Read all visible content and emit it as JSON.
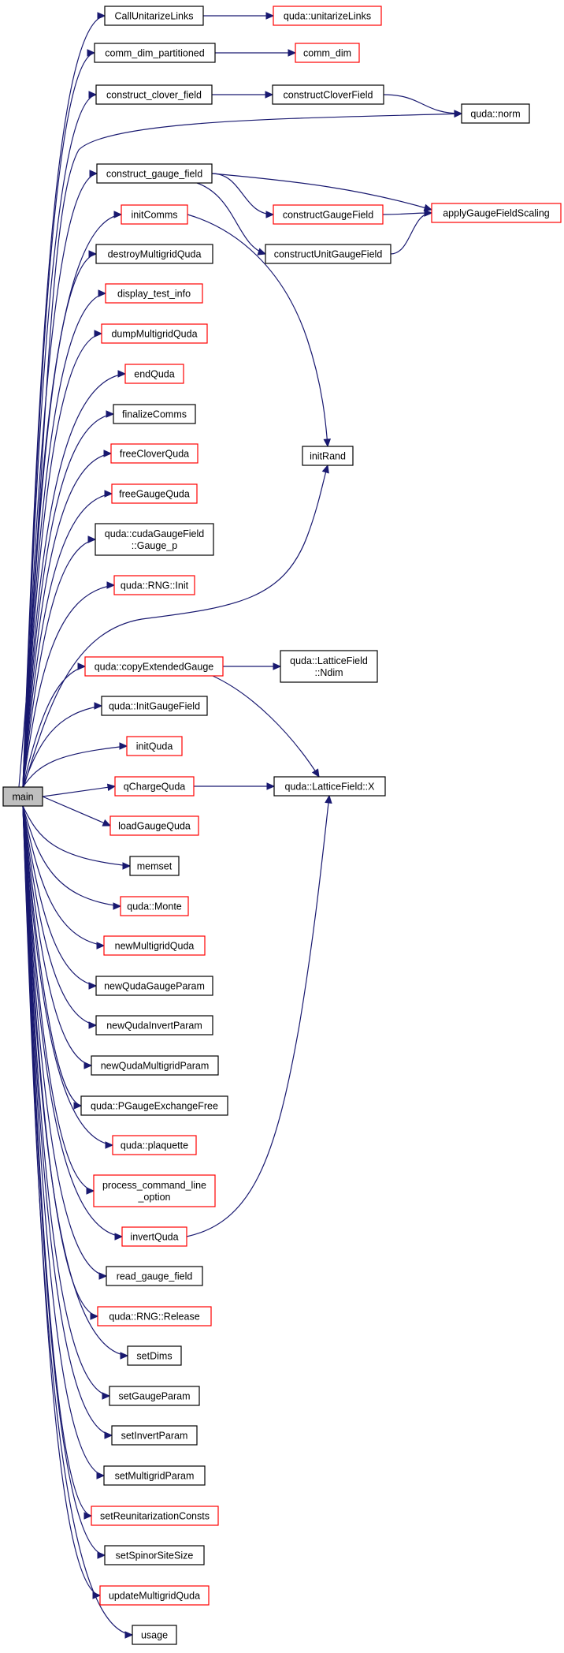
{
  "graph": {
    "root": "main",
    "nodes": [
      {
        "id": "main",
        "label": [
          "main"
        ],
        "style": "root"
      },
      {
        "id": "CallUnitarizeLinks",
        "label": [
          "CallUnitarizeLinks"
        ],
        "style": "black"
      },
      {
        "id": "comm_dim_partitioned",
        "label": [
          "comm_dim_partitioned"
        ],
        "style": "black"
      },
      {
        "id": "construct_clover_field",
        "label": [
          "construct_clover_field"
        ],
        "style": "black"
      },
      {
        "id": "construct_gauge_field",
        "label": [
          "construct_gauge_field"
        ],
        "style": "black"
      },
      {
        "id": "initComms",
        "label": [
          "initComms"
        ],
        "style": "red"
      },
      {
        "id": "destroyMultigridQuda",
        "label": [
          "destroyMultigridQuda"
        ],
        "style": "black"
      },
      {
        "id": "display_test_info",
        "label": [
          "display_test_info"
        ],
        "style": "red"
      },
      {
        "id": "dumpMultigridQuda",
        "label": [
          "dumpMultigridQuda"
        ],
        "style": "red"
      },
      {
        "id": "endQuda",
        "label": [
          "endQuda"
        ],
        "style": "red"
      },
      {
        "id": "finalizeComms",
        "label": [
          "finalizeComms"
        ],
        "style": "black"
      },
      {
        "id": "freeCloverQuda",
        "label": [
          "freeCloverQuda"
        ],
        "style": "red"
      },
      {
        "id": "freeGaugeQuda",
        "label": [
          "freeGaugeQuda"
        ],
        "style": "red"
      },
      {
        "id": "Gauge_p",
        "label": [
          "quda::cudaGaugeField",
          "::Gauge_p"
        ],
        "style": "black"
      },
      {
        "id": "RNG_Init",
        "label": [
          "quda::RNG::Init"
        ],
        "style": "red"
      },
      {
        "id": "copyExtendedGauge",
        "label": [
          "quda::copyExtendedGauge"
        ],
        "style": "red"
      },
      {
        "id": "InitGaugeField",
        "label": [
          "quda::InitGaugeField"
        ],
        "style": "black"
      },
      {
        "id": "initQuda",
        "label": [
          "initQuda"
        ],
        "style": "red"
      },
      {
        "id": "qChargeQuda",
        "label": [
          "qChargeQuda"
        ],
        "style": "red"
      },
      {
        "id": "loadGaugeQuda",
        "label": [
          "loadGaugeQuda"
        ],
        "style": "red"
      },
      {
        "id": "memset",
        "label": [
          "memset"
        ],
        "style": "black"
      },
      {
        "id": "Monte",
        "label": [
          "quda::Monte"
        ],
        "style": "red"
      },
      {
        "id": "newMultigridQuda",
        "label": [
          "newMultigridQuda"
        ],
        "style": "red"
      },
      {
        "id": "newQudaGaugeParam",
        "label": [
          "newQudaGaugeParam"
        ],
        "style": "black"
      },
      {
        "id": "newQudaInvertParam",
        "label": [
          "newQudaInvertParam"
        ],
        "style": "black"
      },
      {
        "id": "newQudaMultigridParam",
        "label": [
          "newQudaMultigridParam"
        ],
        "style": "black"
      },
      {
        "id": "PGaugeExchangeFree",
        "label": [
          "quda::PGaugeExchangeFree"
        ],
        "style": "black"
      },
      {
        "id": "plaquette",
        "label": [
          "quda::plaquette"
        ],
        "style": "red"
      },
      {
        "id": "process_command_line_option",
        "label": [
          "process_command_line",
          "_option"
        ],
        "style": "red"
      },
      {
        "id": "invertQuda",
        "label": [
          "invertQuda"
        ],
        "style": "red"
      },
      {
        "id": "read_gauge_field",
        "label": [
          "read_gauge_field"
        ],
        "style": "black"
      },
      {
        "id": "RNG_Release",
        "label": [
          "quda::RNG::Release"
        ],
        "style": "red"
      },
      {
        "id": "setDims",
        "label": [
          "setDims"
        ],
        "style": "black"
      },
      {
        "id": "setGaugeParam",
        "label": [
          "setGaugeParam"
        ],
        "style": "black"
      },
      {
        "id": "setInvertParam",
        "label": [
          "setInvertParam"
        ],
        "style": "black"
      },
      {
        "id": "setMultigridParam",
        "label": [
          "setMultigridParam"
        ],
        "style": "black"
      },
      {
        "id": "setReunitarizationConsts",
        "label": [
          "setReunitarizationConsts"
        ],
        "style": "red"
      },
      {
        "id": "setSpinorSiteSize",
        "label": [
          "setSpinorSiteSize"
        ],
        "style": "black"
      },
      {
        "id": "updateMultigridQuda",
        "label": [
          "updateMultigridQuda"
        ],
        "style": "red"
      },
      {
        "id": "usage",
        "label": [
          "usage"
        ],
        "style": "black"
      },
      {
        "id": "unitarizeLinks",
        "label": [
          "quda::unitarizeLinks"
        ],
        "style": "red"
      },
      {
        "id": "comm_dim",
        "label": [
          "comm_dim"
        ],
        "style": "red"
      },
      {
        "id": "constructCloverField",
        "label": [
          "constructCloverField"
        ],
        "style": "black"
      },
      {
        "id": "norm",
        "label": [
          "quda::norm"
        ],
        "style": "black"
      },
      {
        "id": "constructGaugeField",
        "label": [
          "constructGaugeField"
        ],
        "style": "red"
      },
      {
        "id": "applyGaugeFieldScaling",
        "label": [
          "applyGaugeFieldScaling"
        ],
        "style": "red"
      },
      {
        "id": "constructUnitGaugeField",
        "label": [
          "constructUnitGaugeField"
        ],
        "style": "black"
      },
      {
        "id": "initRand",
        "label": [
          "initRand"
        ],
        "style": "black"
      },
      {
        "id": "LatticeField_Ndim",
        "label": [
          "quda::LatticeField",
          "::Ndim"
        ],
        "style": "black"
      },
      {
        "id": "LatticeField_X",
        "label": [
          "quda::LatticeField::X"
        ],
        "style": "black"
      }
    ],
    "edges": [
      [
        "main",
        "CallUnitarizeLinks"
      ],
      [
        "main",
        "comm_dim_partitioned"
      ],
      [
        "main",
        "construct_clover_field"
      ],
      [
        "main",
        "norm"
      ],
      [
        "main",
        "construct_gauge_field"
      ],
      [
        "main",
        "initComms"
      ],
      [
        "main",
        "destroyMultigridQuda"
      ],
      [
        "main",
        "display_test_info"
      ],
      [
        "main",
        "dumpMultigridQuda"
      ],
      [
        "main",
        "endQuda"
      ],
      [
        "main",
        "finalizeComms"
      ],
      [
        "main",
        "freeCloverQuda"
      ],
      [
        "main",
        "freeGaugeQuda"
      ],
      [
        "main",
        "Gauge_p"
      ],
      [
        "main",
        "RNG_Init"
      ],
      [
        "main",
        "initRand"
      ],
      [
        "main",
        "copyExtendedGauge"
      ],
      [
        "main",
        "InitGaugeField"
      ],
      [
        "main",
        "initQuda"
      ],
      [
        "main",
        "qChargeQuda"
      ],
      [
        "main",
        "loadGaugeQuda"
      ],
      [
        "main",
        "memset"
      ],
      [
        "main",
        "Monte"
      ],
      [
        "main",
        "newMultigridQuda"
      ],
      [
        "main",
        "newQudaGaugeParam"
      ],
      [
        "main",
        "newQudaInvertParam"
      ],
      [
        "main",
        "newQudaMultigridParam"
      ],
      [
        "main",
        "PGaugeExchangeFree"
      ],
      [
        "main",
        "plaquette"
      ],
      [
        "main",
        "process_command_line_option"
      ],
      [
        "main",
        "invertQuda"
      ],
      [
        "main",
        "read_gauge_field"
      ],
      [
        "main",
        "RNG_Release"
      ],
      [
        "main",
        "setDims"
      ],
      [
        "main",
        "setGaugeParam"
      ],
      [
        "main",
        "setInvertParam"
      ],
      [
        "main",
        "setMultigridParam"
      ],
      [
        "main",
        "setReunitarizationConsts"
      ],
      [
        "main",
        "setSpinorSiteSize"
      ],
      [
        "main",
        "updateMultigridQuda"
      ],
      [
        "main",
        "usage"
      ],
      [
        "CallUnitarizeLinks",
        "unitarizeLinks"
      ],
      [
        "comm_dim_partitioned",
        "comm_dim"
      ],
      [
        "construct_clover_field",
        "constructCloverField"
      ],
      [
        "constructCloverField",
        "norm"
      ],
      [
        "construct_gauge_field",
        "constructGaugeField"
      ],
      [
        "construct_gauge_field",
        "applyGaugeFieldScaling"
      ],
      [
        "construct_gauge_field",
        "constructUnitGaugeField"
      ],
      [
        "constructGaugeField",
        "applyGaugeFieldScaling"
      ],
      [
        "constructUnitGaugeField",
        "applyGaugeFieldScaling"
      ],
      [
        "initComms",
        "initRand"
      ],
      [
        "copyExtendedGauge",
        "LatticeField_Ndim"
      ],
      [
        "copyExtendedGauge",
        "LatticeField_X"
      ],
      [
        "qChargeQuda",
        "LatticeField_X"
      ],
      [
        "invertQuda",
        "LatticeField_X"
      ]
    ]
  }
}
